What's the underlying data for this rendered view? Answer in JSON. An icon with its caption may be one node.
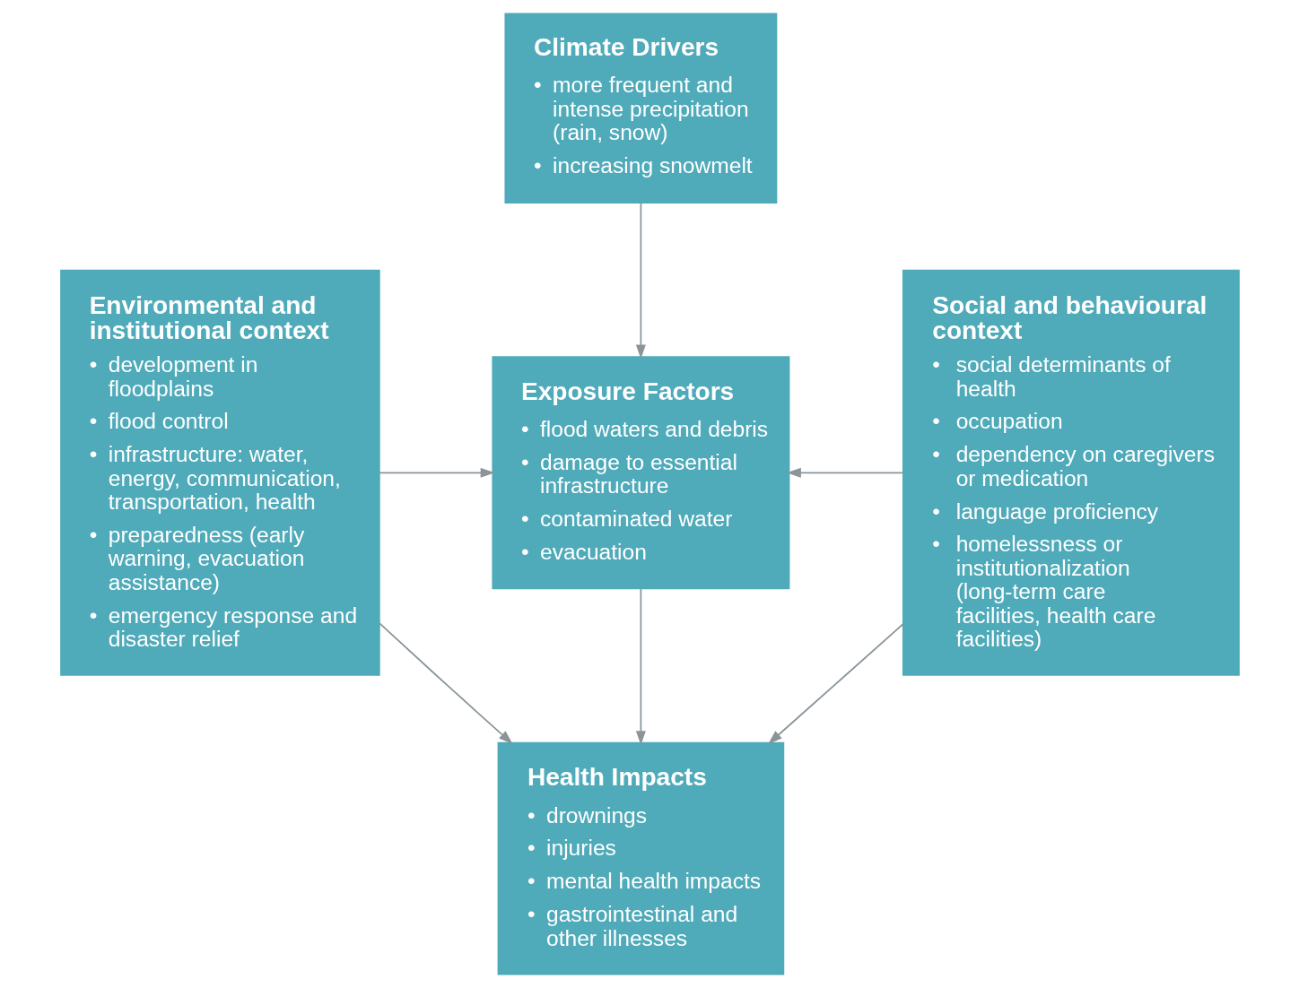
{
  "diagram": {
    "nodes": [
      {
        "text": [
          "Climate Drivers",
          "• more frequent and intense precipitation (rain, snow)",
          "• increasing snowmelt"
        ]
      },
      {
        "text": [
          "Environmental and institutional context",
          "• development in floodplains",
          "• flood control",
          "• infrastructure: water, energy, communication, transportation, health",
          "• preparedness (early warning, evacuation assistance)",
          "• emergency response and disaster relief"
        ]
      },
      {
        "text": [
          "Exposure Factors",
          "• flood waters and debris",
          "• damage to essential infrastructure",
          "• contaminated water",
          "• evacuation"
        ]
      },
      {
        "text": [
          "Social and behavioural context",
          "• social determinants of health",
          "• occupation",
          "• dependency on caregivers or medication",
          "• language proficiency",
          "• homelessness or institutionalization (long-term care facilities, health care facilities)"
        ]
      },
      {
        "text": [
          "Health Impacts",
          "• drownings",
          "• injuries",
          "• mental health impacts",
          "• gastrointestinal and other illnesses"
        ]
      }
    ],
    "edges": [
      {
        "from": 0,
        "to": 2,
        "arrow": "to"
      },
      {
        "from": 1,
        "to": 2,
        "arrow": "to"
      },
      {
        "from": 3,
        "to": 2,
        "arrow": "to"
      },
      {
        "from": 2,
        "to": 4,
        "arrow": "to"
      },
      {
        "from": 1,
        "to": 4,
        "arrow": "to"
      },
      {
        "from": 3,
        "to": 4,
        "arrow": "to"
      }
    ]
  }
}
